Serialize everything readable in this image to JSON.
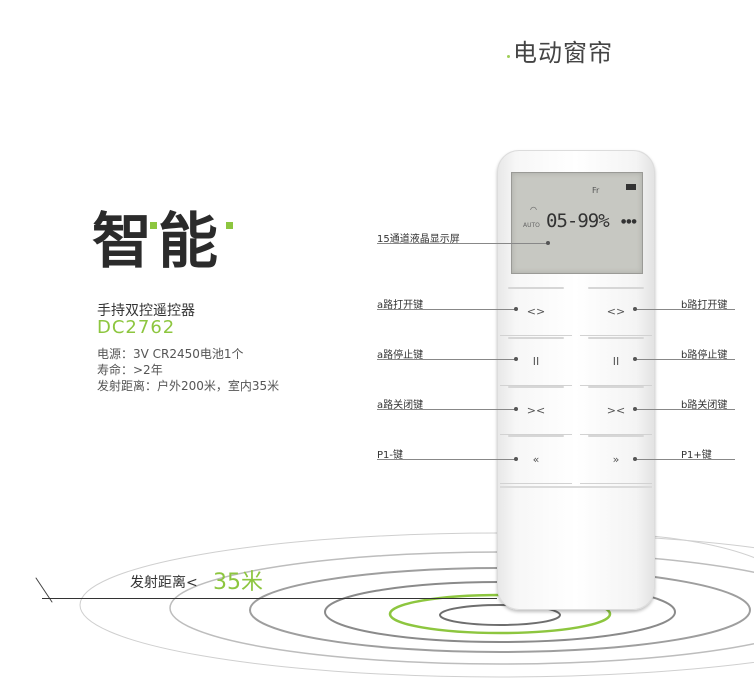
{
  "page_title": "电动窗帘",
  "brand_title": "智能",
  "product_name": "手持双控遥控器",
  "model": "DC2762",
  "specs": {
    "power": "电源：3V CR2450电池1个",
    "life": "寿命：>2年",
    "range": "发射距离：户外200米，室内35米"
  },
  "lcd": {
    "fr": "Fr",
    "auto": "AUTO",
    "readout": "05-99%",
    "level_icon": "signal-bars-icon"
  },
  "buttons": {
    "left": [
      {
        "symbol": "<>",
        "icon": "open-icon"
      },
      {
        "symbol": "II",
        "icon": "pause-icon"
      },
      {
        "symbol": "><",
        "icon": "close-icon"
      },
      {
        "symbol": "«",
        "icon": "double-chevron-left-icon"
      }
    ],
    "right": [
      {
        "symbol": "<>",
        "icon": "open-icon"
      },
      {
        "symbol": "II",
        "icon": "pause-icon"
      },
      {
        "symbol": "><",
        "icon": "close-icon"
      },
      {
        "symbol": "»",
        "icon": "double-chevron-right-icon"
      }
    ]
  },
  "callouts": {
    "lcd": "15通道液晶显示屏",
    "a_open": "a路打开键",
    "b_open": "b路打开键",
    "a_stop": "a路停止键",
    "b_stop": "b路停止键",
    "a_close": "a路关闭键",
    "b_close": "b路关闭键",
    "p_minus": "P1-键",
    "p_plus": "P1+键"
  },
  "range": {
    "label": "发射距离<",
    "value": "35米"
  },
  "colors": {
    "accent_green": "#8dc63f",
    "remote_body": "#f4f4f4",
    "lcd_background": "#c7c8c2"
  }
}
